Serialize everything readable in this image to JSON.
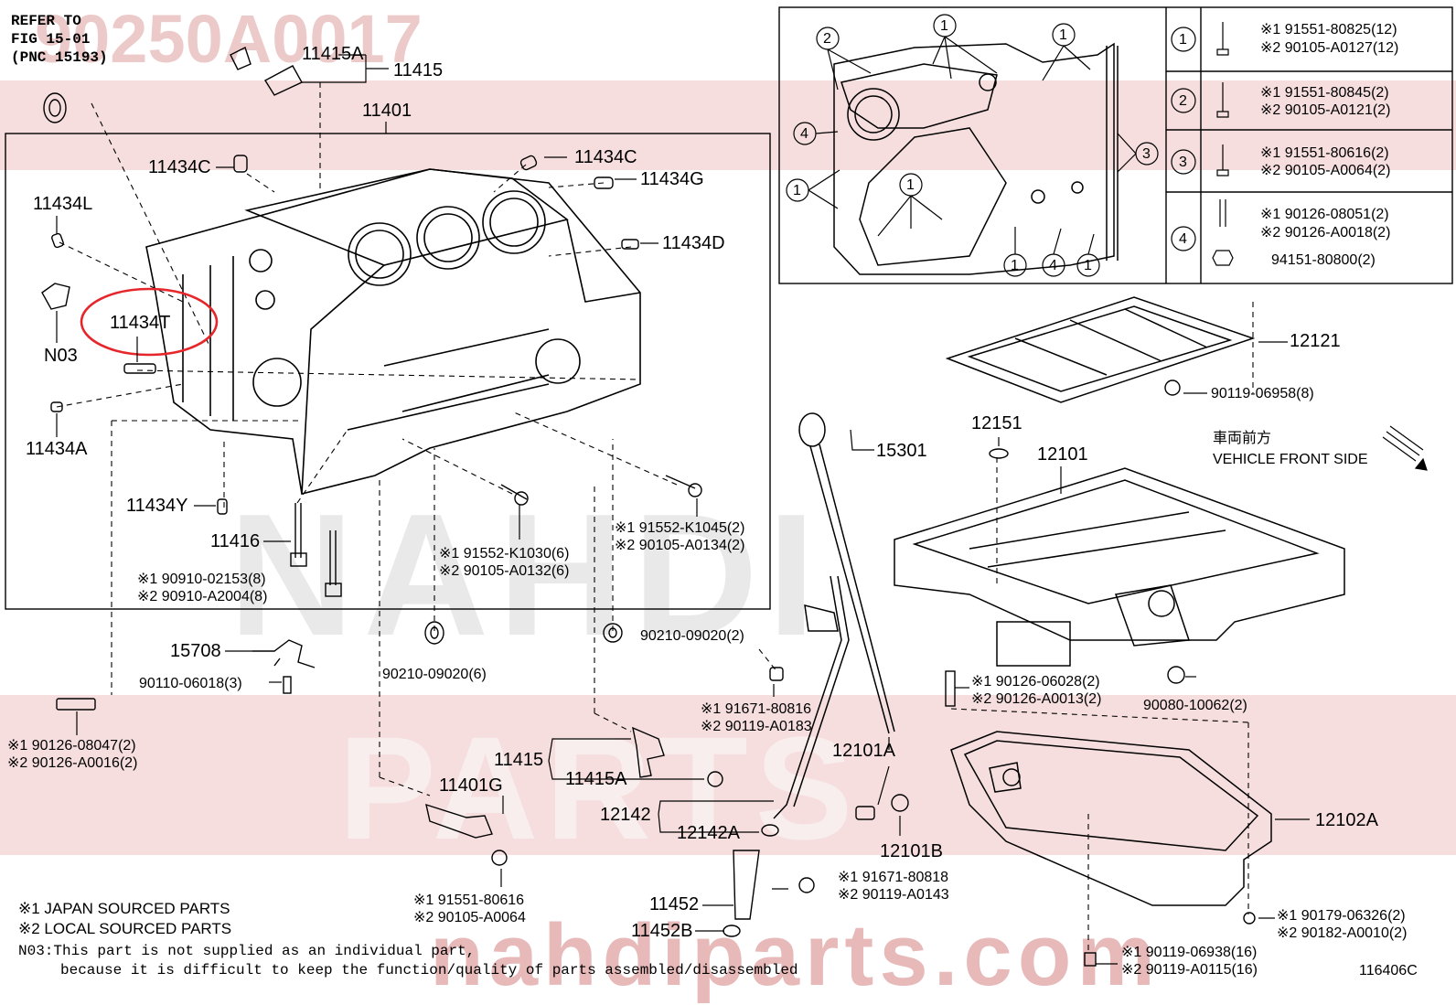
{
  "watermark": {
    "code": "90250A0017",
    "brand_top": "NAHDI",
    "brand_bottom": "PARTS",
    "url": "nahdiparts.com",
    "band_color": "#f6dede",
    "text_color": "#e7b9b9"
  },
  "refer": {
    "line1": "REFER TO",
    "line2": "FIG 15-01",
    "line3": "(PNC 15193)"
  },
  "labels": {
    "p11415A_top": "11415A",
    "p11415_top": "11415",
    "p11401": "11401",
    "p11434C_left": "11434C",
    "p11434C_right": "11434C",
    "p11434G": "11434G",
    "p11434L": "11434L",
    "p11434D": "11434D",
    "p11434T": "11434T",
    "pN03": "N03",
    "p11434A": "11434A",
    "p11434Y": "11434Y",
    "p11416": "11416",
    "p15708": "15708",
    "p15301": "15301",
    "p12151": "12151",
    "p12101": "12101",
    "p12121": "12121",
    "p11415_bot": "11415",
    "p11415A_bot": "11415A",
    "p11401G": "11401G",
    "p12142": "12142",
    "p12142A": "12142A",
    "p12101A": "12101A",
    "p12101B": "12101B",
    "p12102A": "12102A",
    "p11452": "11452",
    "p11452B": "11452B"
  },
  "specs": {
    "s11416_1": "※1 90910-02153(8)",
    "s11416_2": "※2 90910-A2004(8)",
    "sK1030_1": "※1 91552-K1030(6)",
    "sK1030_2": "※2 90105-A0132(6)",
    "sK1045_1": "※1 91552-K1045(2)",
    "sK1045_2": "※2 90105-A0134(2)",
    "s90210_a": "90210-09020(6)",
    "s90210_b": "90210-09020(2)",
    "s90110": "90110-06018(3)",
    "s08047_1": "※1 90126-08047(2)",
    "s08047_2": "※2 90126-A0016(2)",
    "s80816_1": "※1 91671-80816",
    "s80816_2": "※2 90119-A0183",
    "s06028_1": "※1 90126-06028(2)",
    "s06028_2": "※2 90126-A0013(2)",
    "s90080": "90080-10062(2)",
    "s90119_06958": "90119-06958(8)",
    "s80616_1": "※1 91551-80616",
    "s80616_2": "※2 90105-A0064",
    "s80818_1": "※1 91671-80818",
    "s80818_2": "※2 90119-A0143",
    "s06326_1": "※1 90179-06326(2)",
    "s06326_2": "※2 90182-A0010(2)",
    "s06938_1": "※1 90119-06938(16)",
    "s06938_2": "※2 90119-A0115(16)"
  },
  "inset_table": {
    "rows": [
      {
        "key": "1",
        "line1": "※1 91551-80825(12)",
        "line2": "※2 90105-A0127(12)"
      },
      {
        "key": "2",
        "line1": "※1 91551-80845(2)",
        "line2": "※2 90105-A0121(2)"
      },
      {
        "key": "3",
        "line1": "※1 91551-80616(2)",
        "line2": "※2 90105-A0064(2)"
      },
      {
        "key": "4",
        "line1": "※1 90126-08051(2)",
        "line2": "※2 90126-A0018(2)",
        "line3": "94151-80800(2)"
      }
    ]
  },
  "inset_callouts": [
    "2",
    "1",
    "1",
    "4",
    "3",
    "1",
    "1",
    "1",
    "4",
    "1"
  ],
  "front": {
    "jp": "車両前方",
    "en": "VEHICLE FRONT SIDE"
  },
  "notes": {
    "n1": "※1 JAPAN SOURCED PARTS",
    "n2": "※2 LOCAL SOURCED PARTS",
    "n3a": "N03:This part is not supplied as an individual part,",
    "n3b": "because it is difficult to keep the function/quality of parts assembled/disassembled"
  },
  "figure_id": "116406C",
  "highlight": {
    "part": "11434T",
    "color": "#e5262a"
  }
}
